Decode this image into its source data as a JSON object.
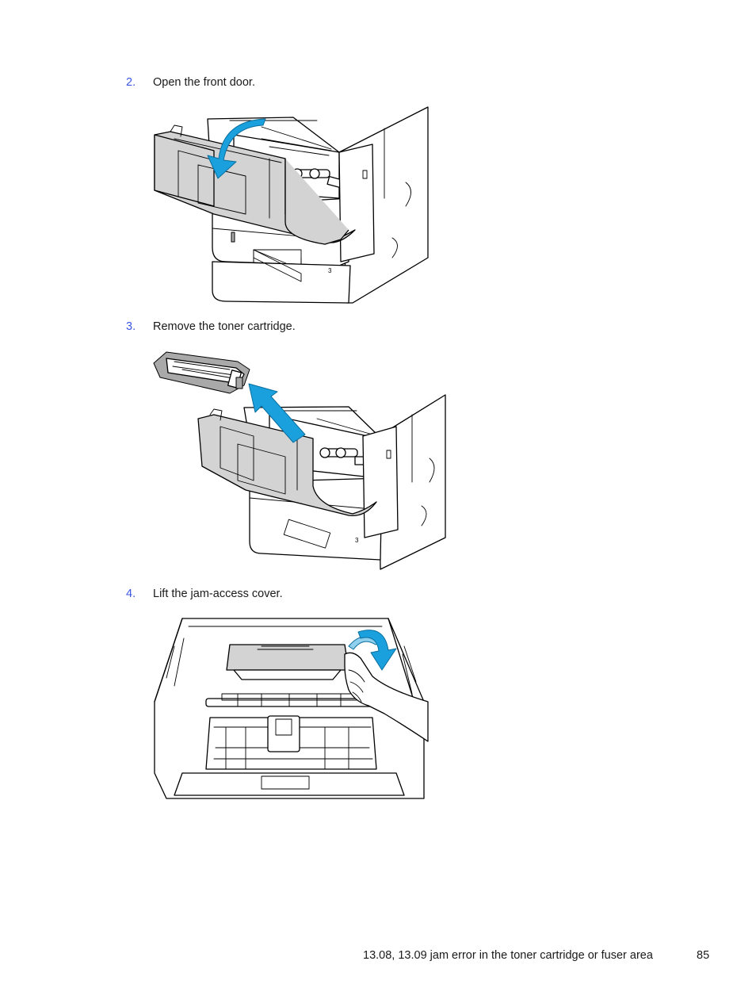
{
  "steps": [
    {
      "number": "2.",
      "text": "Open the front door."
    },
    {
      "number": "3.",
      "text": "Remove the toner cartridge."
    },
    {
      "number": "4.",
      "text": "Lift the jam-access cover."
    }
  ],
  "footer": {
    "section": "13.08, 13.09 jam error in the toner cartridge or fuser area",
    "page_number": "85"
  },
  "colors": {
    "step_number": "#3b55e6",
    "arrow": "#1aa0dc",
    "door_panel": "#d3d3d3"
  }
}
